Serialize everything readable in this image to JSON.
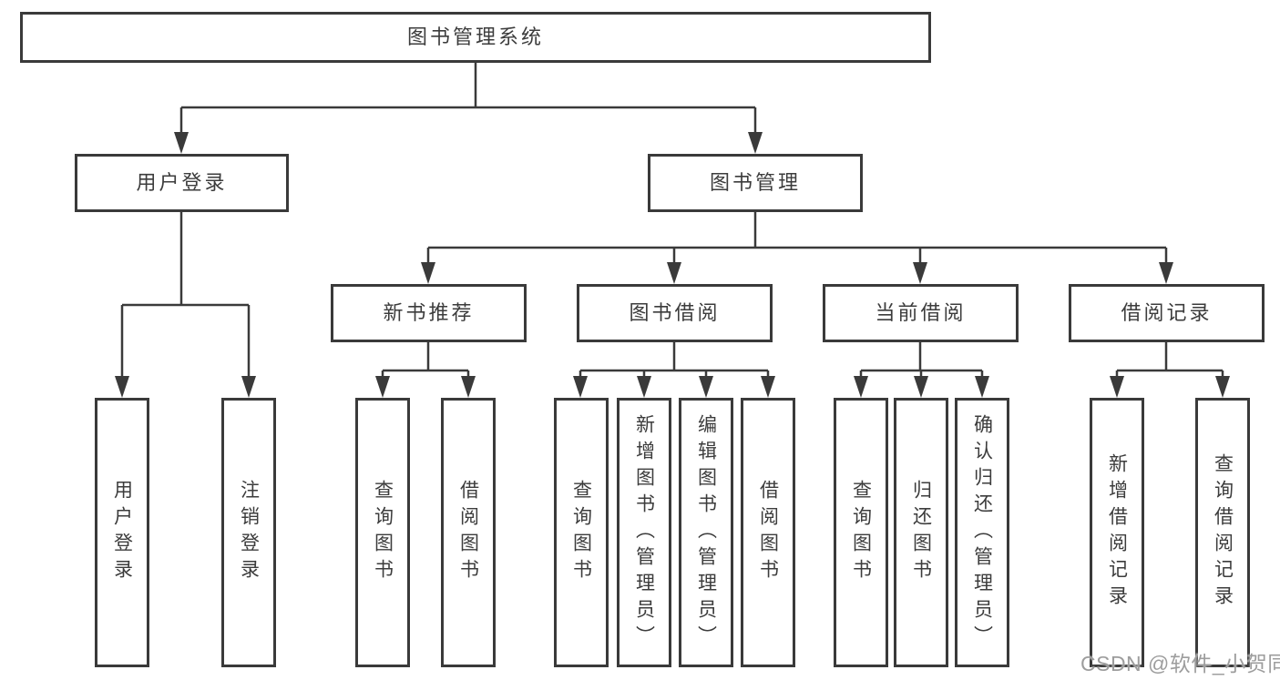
{
  "tree": {
    "root_label": "图书管理系统",
    "level2": [
      {
        "label": "用户登录",
        "children": [
          {
            "label": "用户登录"
          },
          {
            "label": "注销登录"
          }
        ]
      },
      {
        "label": "图书管理",
        "level3": [
          {
            "label": "新书推荐",
            "children": [
              {
                "label": "查询图书"
              },
              {
                "label": "借阅图书"
              }
            ]
          },
          {
            "label": "图书借阅",
            "children": [
              {
                "label": "查询图书"
              },
              {
                "label": "新增图书（管理员）"
              },
              {
                "label": "编辑图书（管理员）"
              },
              {
                "label": "借阅图书"
              }
            ]
          },
          {
            "label": "当前借阅",
            "children": [
              {
                "label": "查询图书"
              },
              {
                "label": "归还图书"
              },
              {
                "label": "确认归还（管理员）"
              }
            ]
          },
          {
            "label": "借阅记录",
            "children": [
              {
                "label": "新增借阅记录"
              },
              {
                "label": "查询借阅记录"
              }
            ]
          }
        ]
      }
    ]
  },
  "watermark": {
    "text": "CSDN @软件_小贺同学"
  },
  "colors": {
    "line": "#3a3a3a",
    "text": "#3c3c3c",
    "watermark": "#9d9d9d",
    "canvas": "#ffffff"
  }
}
